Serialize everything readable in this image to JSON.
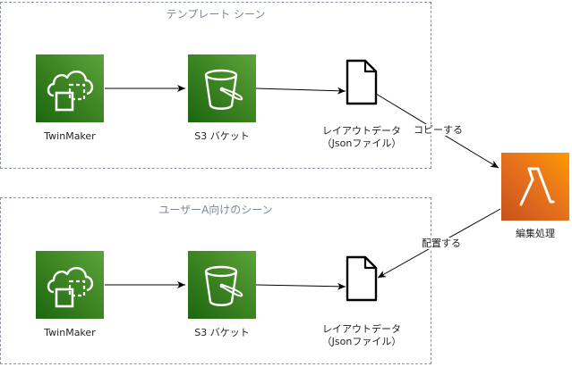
{
  "groups": {
    "template": {
      "title": "テンプレート シーン"
    },
    "user_a": {
      "title": "ユーザーA向けのシーン"
    }
  },
  "nodes": {
    "twinmaker_top": {
      "label": "TwinMaker",
      "icon": "twinmaker-icon"
    },
    "s3_top": {
      "label": "S3 バケット",
      "icon": "s3-bucket-icon"
    },
    "doc_top": {
      "label_line1": "レイアウトデータ",
      "label_line2": "（Jsonファイル）",
      "icon": "document-icon"
    },
    "lambda": {
      "label": "編集処理",
      "icon": "lambda-icon"
    },
    "twinmaker_bottom": {
      "label": "TwinMaker",
      "icon": "twinmaker-icon"
    },
    "s3_bottom": {
      "label": "S3 バケット",
      "icon": "s3-bucket-icon"
    },
    "doc_bottom": {
      "label_line1": "レイアウトデータ",
      "label_line2": "（Jsonファイル）",
      "icon": "document-icon"
    }
  },
  "edges": {
    "copy": {
      "label": "コピーする"
    },
    "place": {
      "label": "配置する"
    }
  },
  "colors": {
    "aws_green": "#3f8624",
    "aws_orange": "#ed7100",
    "group_border": "#8c97a3",
    "group_title": "#7d8998"
  }
}
